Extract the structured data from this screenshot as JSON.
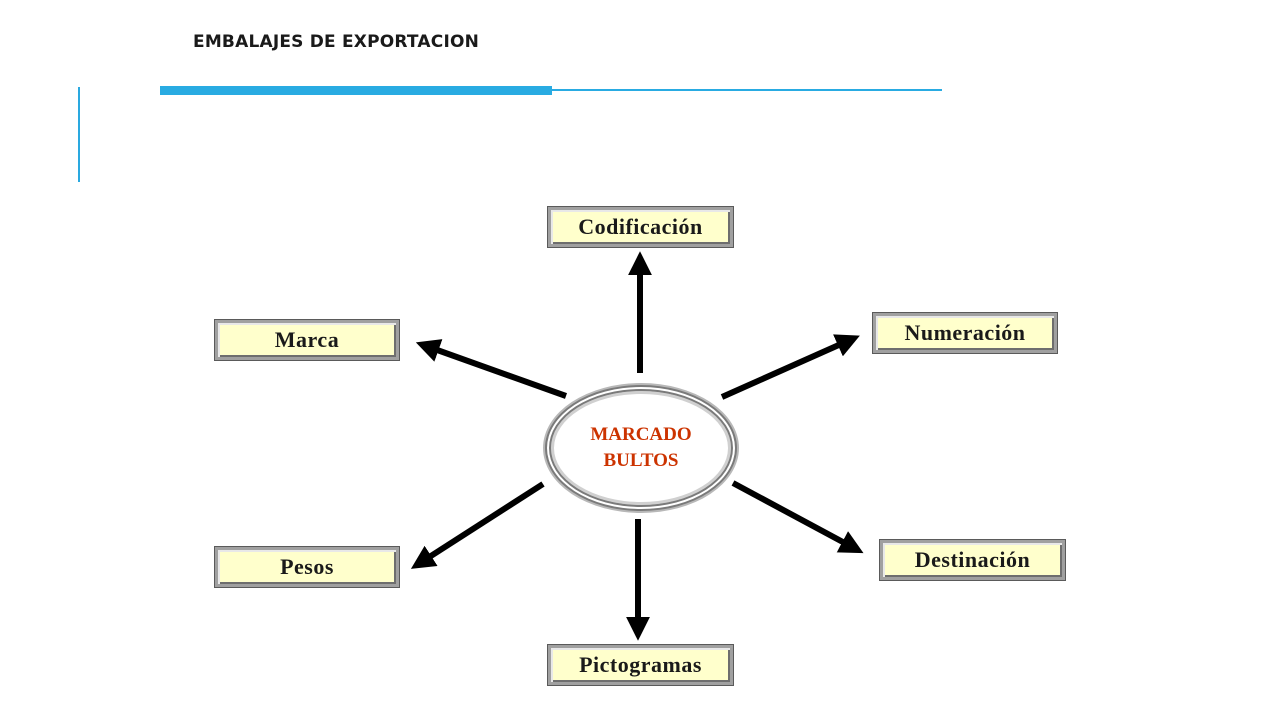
{
  "slide": {
    "title": "EMBALAJES DE EXPORTACION",
    "accent_color": "#29ABE2"
  },
  "diagram": {
    "center": {
      "line1": "MARCADO",
      "line2": "BULTOS",
      "text_color": "#CC3300"
    },
    "box_fill": "#FFFFCC",
    "arrow_color": "#000000",
    "nodes": {
      "codificacion": "Codificación",
      "numeracion": "Numeración",
      "marca": "Marca",
      "destinacion": "Destinación",
      "pesos": "Pesos",
      "pictogramas": "Pictogramas"
    }
  }
}
